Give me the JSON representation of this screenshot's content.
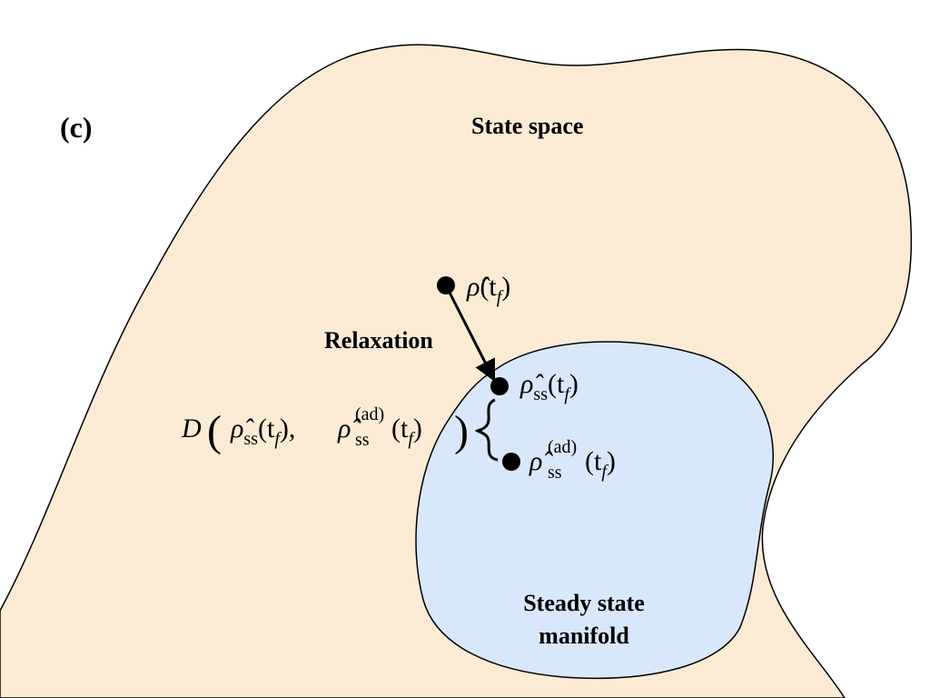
{
  "panel_label": "(c)",
  "regions": {
    "state_space": {
      "label": "State space",
      "color": "#fbebd4"
    },
    "steady_state_manifold": {
      "label_line1": "Steady state",
      "label_line2": "manifold",
      "color": "#d9e7fa"
    }
  },
  "arrow": {
    "label": "Relaxation"
  },
  "points": {
    "rho_tf": {
      "base": "ρ̂",
      "arg": "(t",
      "sub": "f",
      "close": ")"
    },
    "rho_ss_tf": {
      "base": "ρ̂",
      "sub1": "ss",
      "arg": "(t",
      "sub": "f",
      "close": ")"
    },
    "rho_ss_ad_tf": {
      "base": "ρ̂",
      "sub1": "ss",
      "sup": "(ad)",
      "arg": "(t",
      "sub": "f",
      "close": ")"
    }
  },
  "distance_label": {
    "D": "D",
    "open": "(",
    "a_base": "ρ̂",
    "a_sub": "ss",
    "a_arg": "(t",
    "a_f": "f",
    "a_close": "),",
    "b_base": "ρ̂",
    "b_sub": "ss",
    "b_sup": "(ad)",
    "b_arg": "(t",
    "b_f": "f",
    "b_close": ")",
    "close": ")"
  }
}
